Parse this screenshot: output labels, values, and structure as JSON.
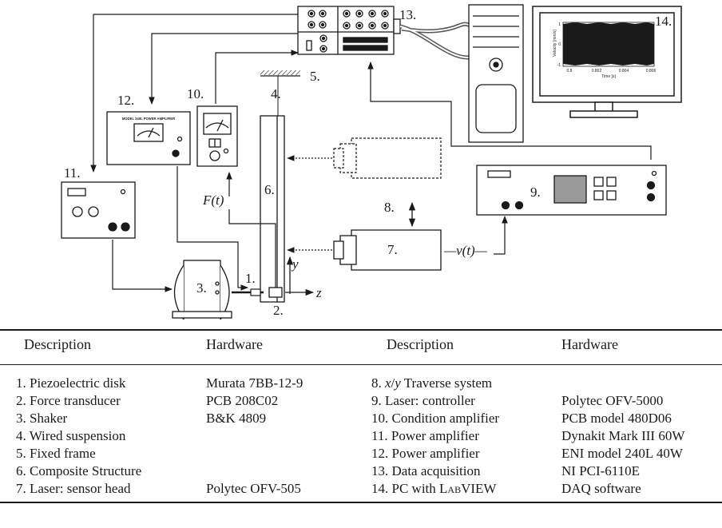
{
  "labels": {
    "n1": "1.",
    "n2": "2.",
    "n3": "3.",
    "n4": "4.",
    "n5": "5.",
    "n6": "6.",
    "n7": "7.",
    "n8": "8.",
    "n9": "9.",
    "n10": "10.",
    "n11": "11.",
    "n12": "12.",
    "n13": "13.",
    "n14": "14.",
    "force": "F(t)",
    "velocity": "—v(t)—",
    "axis_y": "y",
    "axis_z": "z",
    "amp_panel": "MODEL 240L POWER AMPLIFIER"
  },
  "monitor_plot": {
    "ylabel": "Velocity [mm/s]",
    "xlabel": "Time [s]",
    "xticks": [
      "0.8",
      "0.802",
      "0.804",
      "0.806"
    ],
    "yticks": [
      "1",
      "0",
      "-1"
    ]
  },
  "table": {
    "headers": [
      "Description",
      "Hardware",
      "Description",
      "Hardware"
    ],
    "rows": [
      {
        "d1": "1. Piezoelectric disk",
        "h1": "Murata 7BB-12-9",
        "d2": "8. x/y Traverse system",
        "h2": ""
      },
      {
        "d1": "2. Force transducer",
        "h1": "PCB 208C02",
        "d2": "9. Laser: controller",
        "h2": "Polytec OFV-5000"
      },
      {
        "d1": "3. Shaker",
        "h1": "B&K 4809",
        "d2": "10. Condition amplifier",
        "h2": "PCB model 480D06"
      },
      {
        "d1": "4. Wired suspension",
        "h1": "",
        "d2": "11. Power amplifier",
        "h2": "Dynakit Mark III 60W"
      },
      {
        "d1": "5. Fixed frame",
        "h1": "",
        "d2": "12. Power amplifier",
        "h2": "ENI model 240L 40W"
      },
      {
        "d1": "6. Composite Structure",
        "h1": "",
        "d2": "13. Data acquisition",
        "h2": "NI PCI-6110E"
      },
      {
        "d1": "7. Laser: sensor head",
        "h1": "Polytec OFV-505",
        "d2": "14. PC with LABVIEW",
        "h2": "DAQ software"
      }
    ]
  }
}
